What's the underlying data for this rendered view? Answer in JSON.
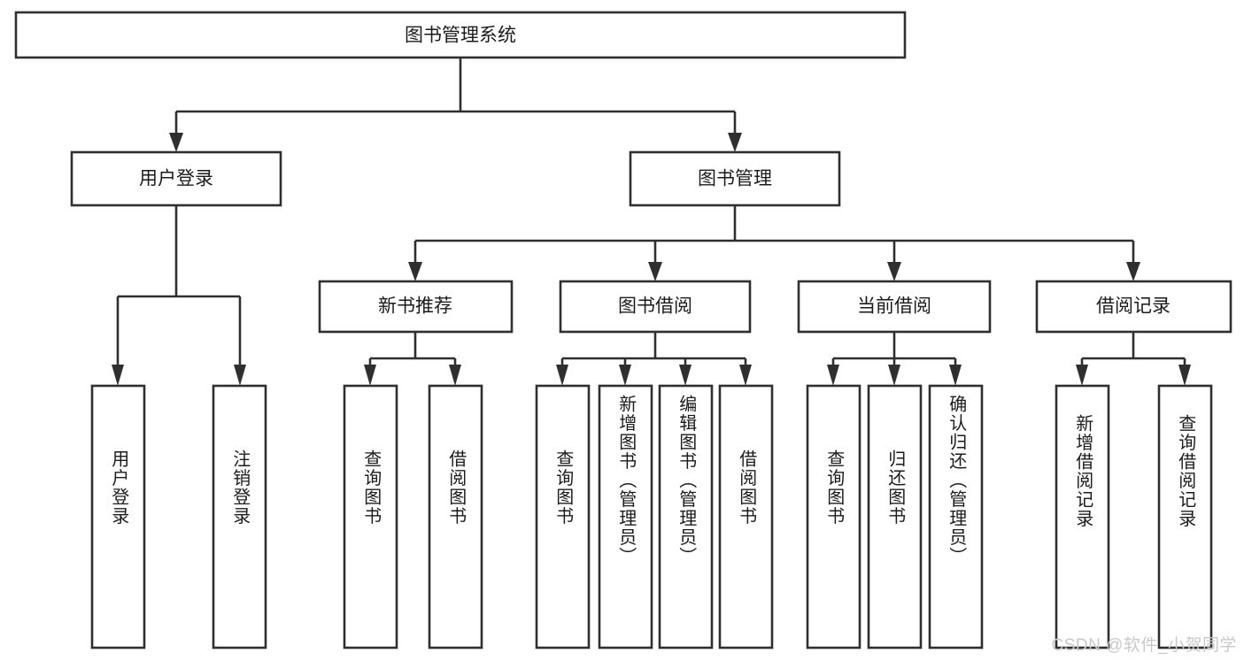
{
  "diagram": {
    "type": "tree-hierarchy-chart",
    "title": "图书管理系统",
    "watermark": "CSDN @软件_小贺同学",
    "colors": {
      "box_stroke": "#2f2f2f",
      "box_fill": "#ffffff",
      "text": "#1b1b1b",
      "background": "#ffffff",
      "watermark": "#c9c9c9"
    },
    "levels": {
      "root": {
        "label": "图书管理系统"
      },
      "level2": [
        {
          "label": "用户登录"
        },
        {
          "label": "图书管理"
        }
      ],
      "level3": [
        {
          "label": "新书推荐"
        },
        {
          "label": "图书借阅"
        },
        {
          "label": "当前借阅"
        },
        {
          "label": "借阅记录"
        }
      ]
    },
    "leaves": {
      "user_login": [
        {
          "label": "用户登录"
        },
        {
          "label": "注销登录"
        }
      ],
      "new_book_recommend": [
        {
          "label": "查询图书"
        },
        {
          "label": "借阅图书"
        }
      ],
      "book_borrow": [
        {
          "label": "查询图书"
        },
        {
          "label": "新增图书（管理员）"
        },
        {
          "label": "编辑图书（管理员）"
        },
        {
          "label": "借阅图书"
        }
      ],
      "current_borrow": [
        {
          "label": "查询图书"
        },
        {
          "label": "归还图书"
        },
        {
          "label": "确认归还（管理员）"
        }
      ],
      "borrow_record": [
        {
          "label": "新增借阅记录"
        },
        {
          "label": "查询借阅记录"
        }
      ]
    }
  }
}
